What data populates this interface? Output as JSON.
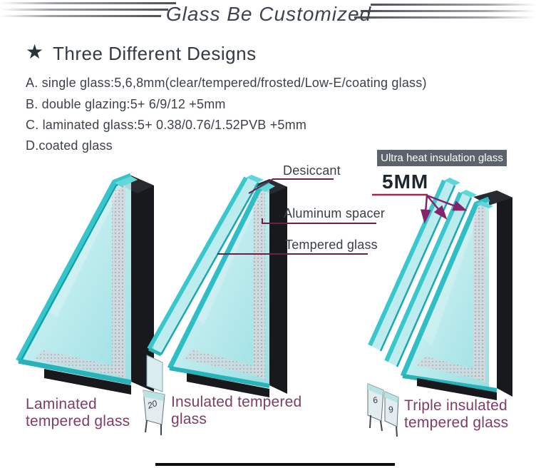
{
  "header": {
    "title": "Glass Be Customized"
  },
  "section": {
    "icon": "star-icon",
    "title": "Three Different Designs"
  },
  "design_list": {
    "items": [
      "A. single glass:5,6,8mm(clear/tempered/frosted/Low-E/coating glass)",
      "B. double glazing:5+ 6/9/12 +5mm",
      "C. laminated glass:5+ 0.38/0.76/1.52PVB +5mm",
      "D.coated glass"
    ]
  },
  "diagram": {
    "banner_label": "Ultra heat insulation glass",
    "thickness_label": "5MM",
    "callouts": {
      "desiccant": "Desiccant",
      "aluminum_spacer": "Aluminum spacer",
      "tempered_glass": "Tempered glass"
    },
    "panels": [
      {
        "id": "laminated",
        "caption_line1": "Laminated",
        "caption_line2": "tempered glass"
      },
      {
        "id": "insulated",
        "caption_line1": "Insulated tempered",
        "caption_line2": "glass",
        "spacer_number": "20"
      },
      {
        "id": "triple",
        "caption_line1": "Triple insulated",
        "caption_line2": "tempered glass",
        "spacer_numbers": [
          "6",
          "9"
        ]
      }
    ]
  },
  "colors": {
    "glass_teal": "#38c4cb",
    "glass_face_light": "#bcebed",
    "frame_black": "#17191d",
    "caption_plum": "#7e3d63",
    "callout_line": "#6b2145",
    "arrow_magenta": "#82246b",
    "banner_bg": "#5c636c",
    "text_dark": "#3c424b"
  }
}
